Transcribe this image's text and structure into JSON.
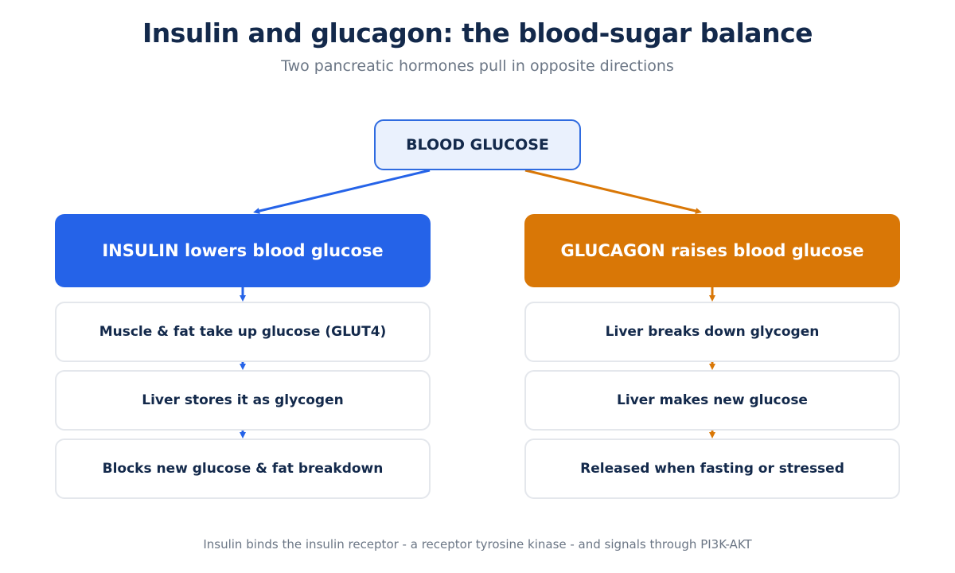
{
  "title": "Insulin and glucagon: the blood-sugar balance",
  "subtitle": "Two pancreatic hormones pull in opposite directions",
  "root": {
    "label": "BLOOD GLUCOSE"
  },
  "insulin": {
    "label": "INSULIN lowers blood glucose",
    "color": "#2563e8",
    "steps": [
      "Muscle & fat take up glucose (GLUT4)",
      "Liver stores it as glycogen",
      "Blocks new glucose & fat breakdown"
    ]
  },
  "glucagon": {
    "label": "GLUCAGON raises blood glucose",
    "color": "#d97706",
    "steps": [
      "Liver breaks down glycogen",
      "Liver makes new glucose",
      "Released when fasting or stressed"
    ]
  },
  "footnote": "Insulin binds the insulin receptor - a receptor tyrosine kinase - and signals through PI3K-AKT"
}
